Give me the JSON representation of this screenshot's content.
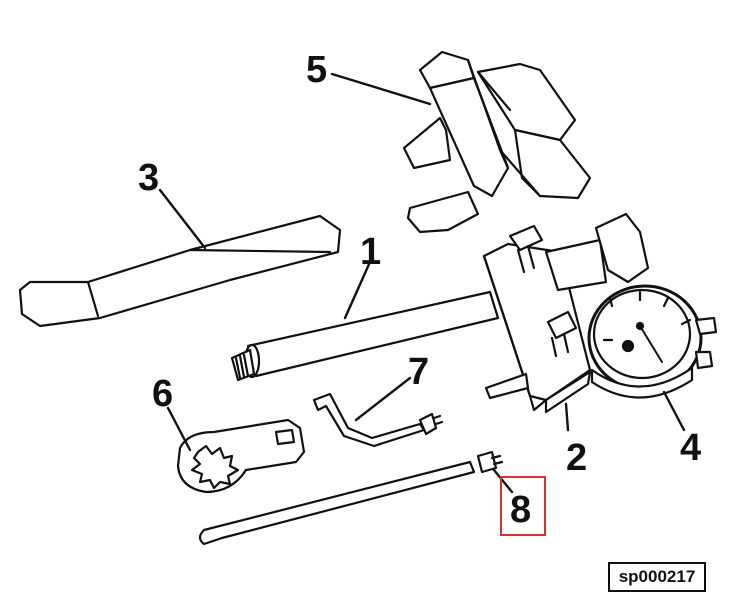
{
  "figure": {
    "reference_code": "sp000217",
    "highlight_color": "#e32d2d",
    "ink_color": "#111111",
    "callouts": {
      "c1": "1",
      "c2": "2",
      "c3": "3",
      "c4": "4",
      "c5": "5",
      "c6": "6",
      "c7": "7",
      "c8": "8"
    },
    "highlighted_callout": "8"
  }
}
